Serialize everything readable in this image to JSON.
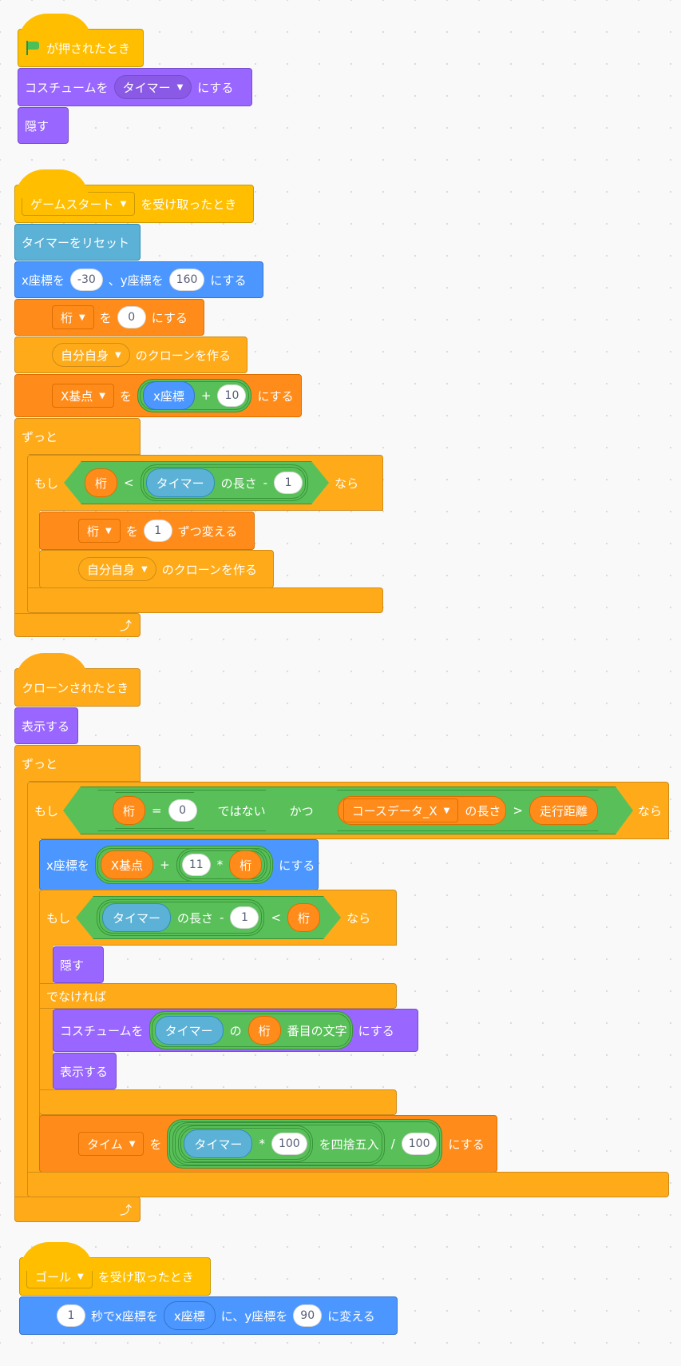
{
  "script1": {
    "hat_label": "が押されたとき",
    "costume_prefix": "コスチュームを",
    "costume_value": "タイマー",
    "costume_suffix": "にする",
    "hide": "隠す"
  },
  "script2": {
    "hat_value": "ゲームスタート",
    "hat_suffix": "を受け取ったとき",
    "reset_timer": "タイマーをリセット",
    "goto_x_prefix": "x座標を",
    "goto_x": "-30",
    "goto_y_prefix": "、y座標を",
    "goto_y": "160",
    "goto_suffix": "にする",
    "set1_var": "桁",
    "set1_mid": "を",
    "set1_val": "0",
    "set1_suffix": "にする",
    "clone1_target": "自分自身",
    "clone1_suffix": "のクローンを作る",
    "set2_var": "X基点",
    "set2_mid": "を",
    "set2_reporter": "x座標",
    "set2_op": "+",
    "set2_num": "10",
    "set2_suffix": "にする",
    "forever": "ずっと",
    "if_label": "もし",
    "if_var": "桁",
    "if_lt": "<",
    "if_timer": "タイマー",
    "if_length": "の長さ",
    "if_minus": "-",
    "if_num": "1",
    "if_then": "なら",
    "change_var": "桁",
    "change_mid": "を",
    "change_num": "1",
    "change_suffix": "ずつ変える",
    "clone2_target": "自分自身",
    "clone2_suffix": "のクローンを作る"
  },
  "script3": {
    "hat_label": "クローンされたとき",
    "show": "表示する",
    "forever": "ずっと",
    "if_label": "もし",
    "var_keta": "桁",
    "eq": "=",
    "eq_num": "0",
    "not": "ではない",
    "and": "かつ",
    "list_name": "コースデータ_X",
    "list_length": "の長さ",
    "gt": ">",
    "distance": "走行距離",
    "then": "なら",
    "setx_prefix": "x座標を",
    "setx_base": "X基点",
    "plus": "+",
    "setx_num": "11",
    "times": "*",
    "setx_var": "桁",
    "setx_suffix": "にする",
    "if2_label": "もし",
    "if2_timer": "タイマー",
    "if2_length": "の長さ",
    "if2_minus": "-",
    "if2_num": "1",
    "if2_lt": "<",
    "if2_var": "桁",
    "if2_then": "なら",
    "hide": "隠す",
    "else": "でなければ",
    "costume_prefix": "コスチュームを",
    "costume_timer": "タイマー",
    "costume_of": "の",
    "costume_var": "桁",
    "costume_letter": "番目の文字",
    "costume_suffix": "にする",
    "show2": "表示する",
    "settime_var": "タイム",
    "settime_mid": "を",
    "settime_timer": "タイマー",
    "settime_times": "*",
    "settime_num1": "100",
    "settime_round": "を四捨五入",
    "settime_div": "/",
    "settime_num2": "100",
    "settime_suffix": "にする"
  },
  "script4": {
    "hat_value": "ゴール",
    "hat_suffix": "を受け取ったとき",
    "glide_num": "1",
    "glide_mid": "秒でx座標を",
    "glide_rep": "x座標",
    "glide_y_prefix": "に、y座標を",
    "glide_y": "90",
    "glide_suffix": "に変える"
  },
  "icons": {
    "green_flag": "green-flag-icon",
    "dropdown": "dropdown-arrow-icon",
    "loop": "loop-arrow-icon"
  },
  "colors": {
    "events": "#ffbf00",
    "looks": "#9966ff",
    "motion": "#4c97ff",
    "sensing": "#5cb1d6",
    "variables": "#ff8c1a",
    "control": "#ffab19",
    "operators": "#59c059"
  }
}
